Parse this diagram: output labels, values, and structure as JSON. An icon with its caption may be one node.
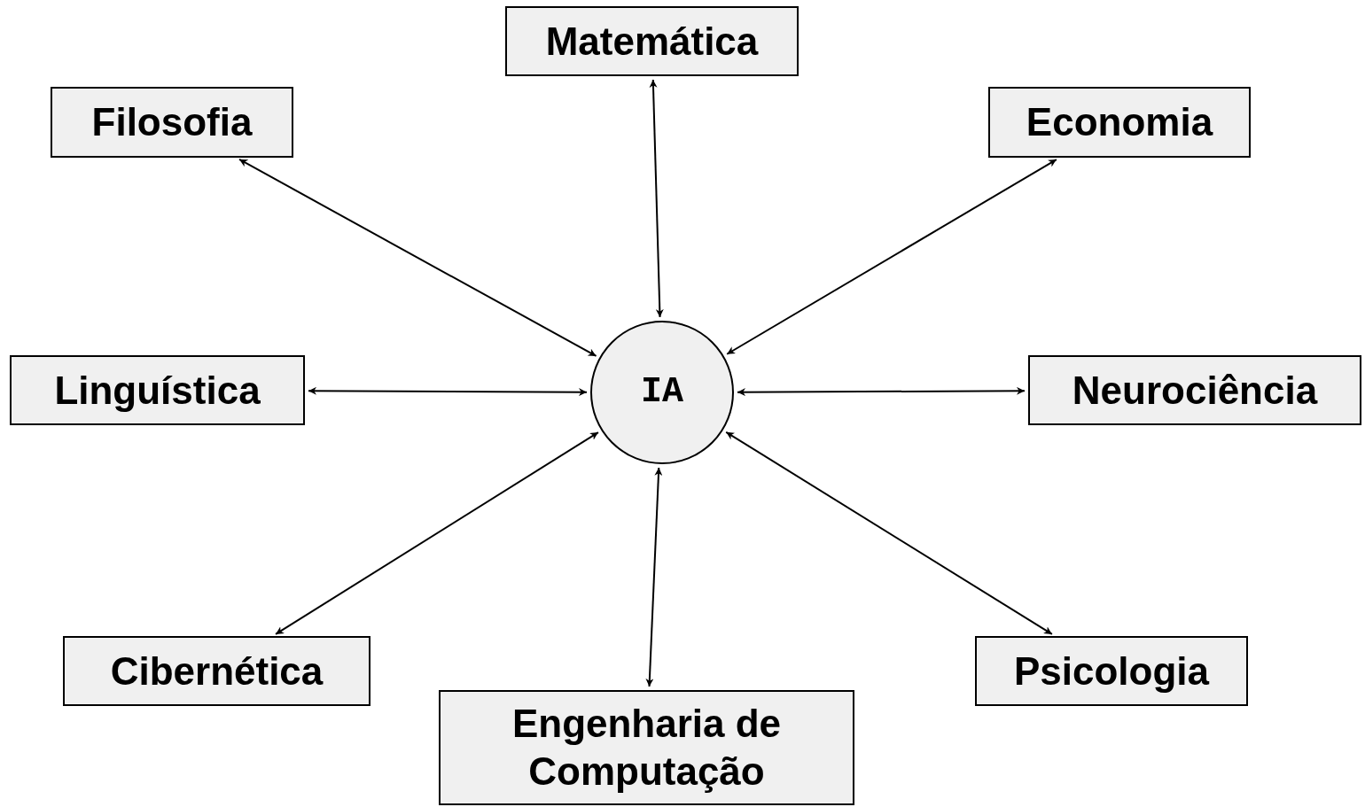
{
  "diagram": {
    "nodes": [
      {
        "text": [
          "Matemática"
        ]
      },
      {
        "text": [
          "Filosofia"
        ]
      },
      {
        "text": [
          "Economia"
        ]
      },
      {
        "text": [
          "IA"
        ]
      },
      {
        "text": [
          "Linguística"
        ]
      },
      {
        "text": [
          "Neurociência"
        ]
      },
      {
        "text": [
          "Cibernética"
        ]
      },
      {
        "text": [
          "Psicologia"
        ]
      },
      {
        "text": [
          "Engenharia de Computação"
        ]
      }
    ],
    "edges": [
      {
        "from": 0,
        "to": 3,
        "arrow": "both"
      },
      {
        "from": 1,
        "to": 3,
        "arrow": "both"
      },
      {
        "from": 2,
        "to": 3,
        "arrow": "both"
      },
      {
        "from": 4,
        "to": 3,
        "arrow": "both"
      },
      {
        "from": 5,
        "to": 3,
        "arrow": "both"
      },
      {
        "from": 6,
        "to": 3,
        "arrow": "both"
      },
      {
        "from": 7,
        "to": 3,
        "arrow": "both"
      },
      {
        "from": 8,
        "to": 3,
        "arrow": "both"
      }
    ]
  }
}
